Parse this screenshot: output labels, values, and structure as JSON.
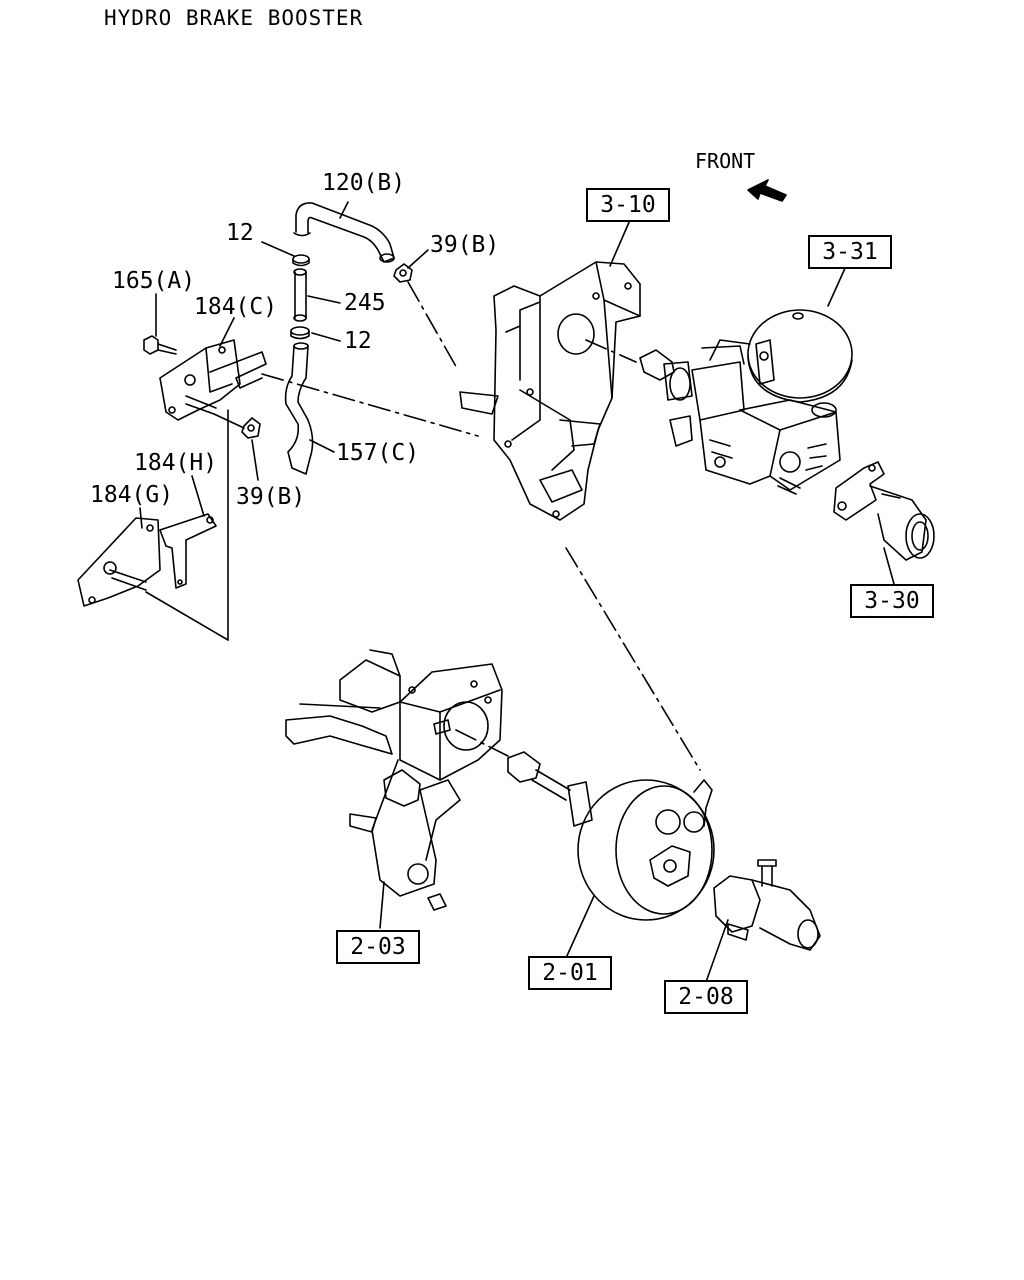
{
  "title": "HYDRO BRAKE BOOSTER",
  "direction_label": "FRONT",
  "part_labels": {
    "p120b": "120(B)",
    "p12_top": "12",
    "p39b_top": "39(B)",
    "p165a": "165(A)",
    "p184c": "184(C)",
    "p245": "245",
    "p12_bottom": "12",
    "p157c": "157(C)",
    "p184h": "184(H)",
    "p184g": "184(G)",
    "p39b_bottom": "39(B)"
  },
  "reference_boxes": {
    "r3_10": "3-10",
    "r3_31": "3-31",
    "r3_30": "3-30",
    "r2_03": "2-03",
    "r2_01": "2-01",
    "r2_08": "2-08"
  }
}
